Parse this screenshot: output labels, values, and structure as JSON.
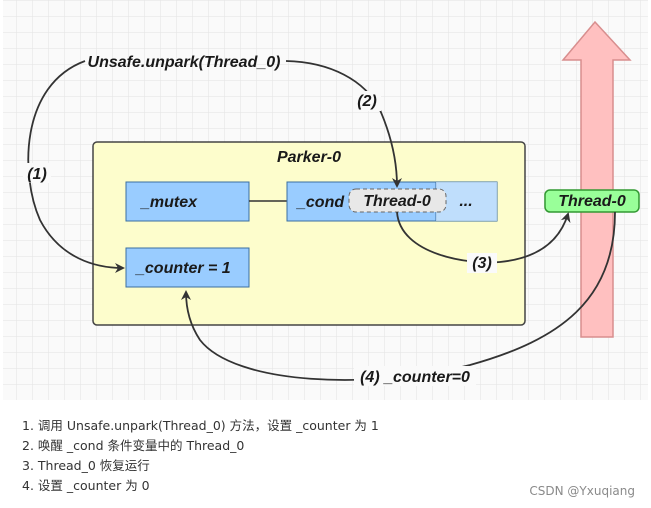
{
  "diagram": {
    "call_label": "Unsafe.unpark(Thread_0)",
    "parker_title": "Parker-0",
    "mutex_label": "_mutex",
    "cond_label": "_cond",
    "cond_thread_label": "Thread-0",
    "cond_more_label": "...",
    "counter_label": "_counter = 1",
    "thread_label": "Thread-0",
    "step1_label": "(1)",
    "step2_label": "(2)",
    "step3_label": "(3)",
    "step4_label": "(4) _counter=0",
    "colors": {
      "grid_bg": "#fafafa",
      "grid_line": "#e3e3e3",
      "parker_fill": "#fdfdcc",
      "parker_border": "#444444",
      "box_fill": "#99ccff",
      "box_border": "#3c6ea0",
      "thread_fill": "#99ff99",
      "thread_border": "#339933",
      "cond_thread_fill": "#e8e8e8",
      "arrow_fill": "#ffc0c0",
      "arrow_border": "#d88e8e",
      "curve": "#333333"
    }
  },
  "steps": [
    "1. 调用 Unsafe.unpark(Thread_0) 方法，设置 _counter 为 1",
    "2. 唤醒 _cond 条件变量中的 Thread_0",
    "3. Thread_0 恢复运行",
    "4. 设置 _counter 为 0"
  ],
  "watermark": "CSDN @Yxuqiang"
}
